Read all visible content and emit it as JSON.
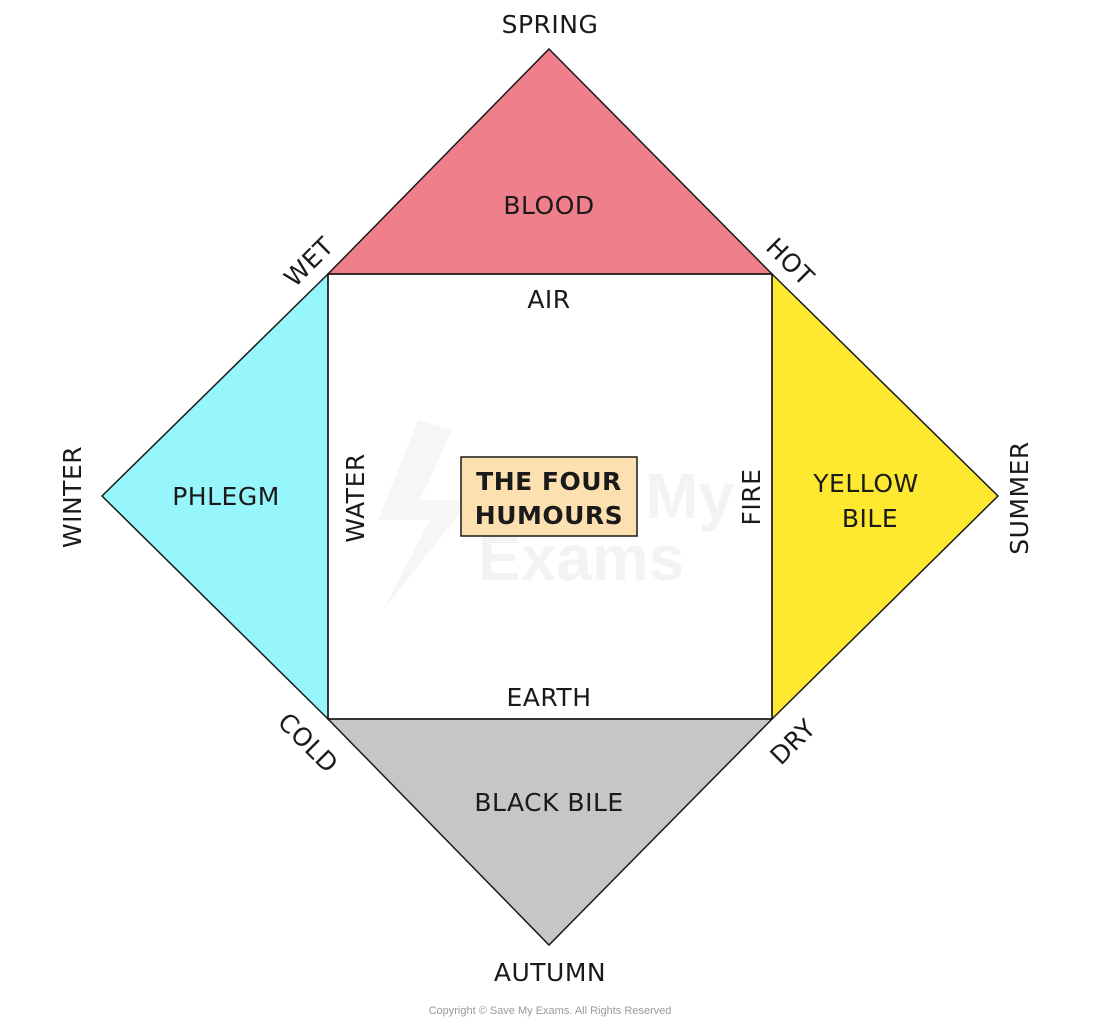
{
  "diagram": {
    "colors": {
      "blood": "#f07f8c",
      "phlegm": "#96f6fb",
      "yellow_bile": "#ffe830",
      "black_bile": "#c6c6c6",
      "centre": "#ffffff",
      "title_box": "#fde0b0",
      "outline": "#1a1a1a"
    },
    "title": [
      "THE FOUR",
      "HUMOURS"
    ],
    "humours": {
      "blood": "BLOOD",
      "phlegm": "PHLEGM",
      "yellow_bile": [
        "YELLOW",
        "BILE"
      ],
      "black_bile": "BLACK BILE"
    },
    "elements": {
      "air": "AIR",
      "water": "WATER",
      "fire": "FIRE",
      "earth": "EARTH"
    },
    "seasons": {
      "spring": "SPRING",
      "winter": "WINTER",
      "summer": "SUMMER",
      "autumn": "AUTUMN"
    },
    "qualities": {
      "wet": "WET",
      "hot": "HOT",
      "cold": "COLD",
      "dry": "DRY"
    }
  },
  "watermark": [
    "Save My",
    "Exams"
  ],
  "copyright": "Copyright © Save My Exams. All Rights Reserved"
}
